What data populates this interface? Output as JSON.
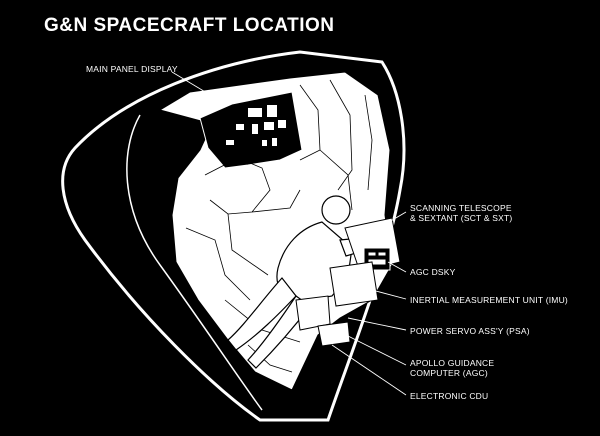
{
  "title": "G&N SPACECRAFT LOCATION",
  "labels": {
    "main_panel": "MAIN PANEL DISPLAY",
    "telescope_1": "SCANNING TELESCOPE",
    "telescope_2": "& SEXTANT (SCT & SXT)",
    "dsky": "AGC DSKY",
    "imu": "INERTIAL MEASUREMENT UNIT (IMU)",
    "psa": "POWER SERVO ASS'Y (PSA)",
    "agc_1": "APOLLO GUIDANCE",
    "agc_2": "COMPUTER (AGC)",
    "cdu": "ELECTRONIC CDU"
  }
}
